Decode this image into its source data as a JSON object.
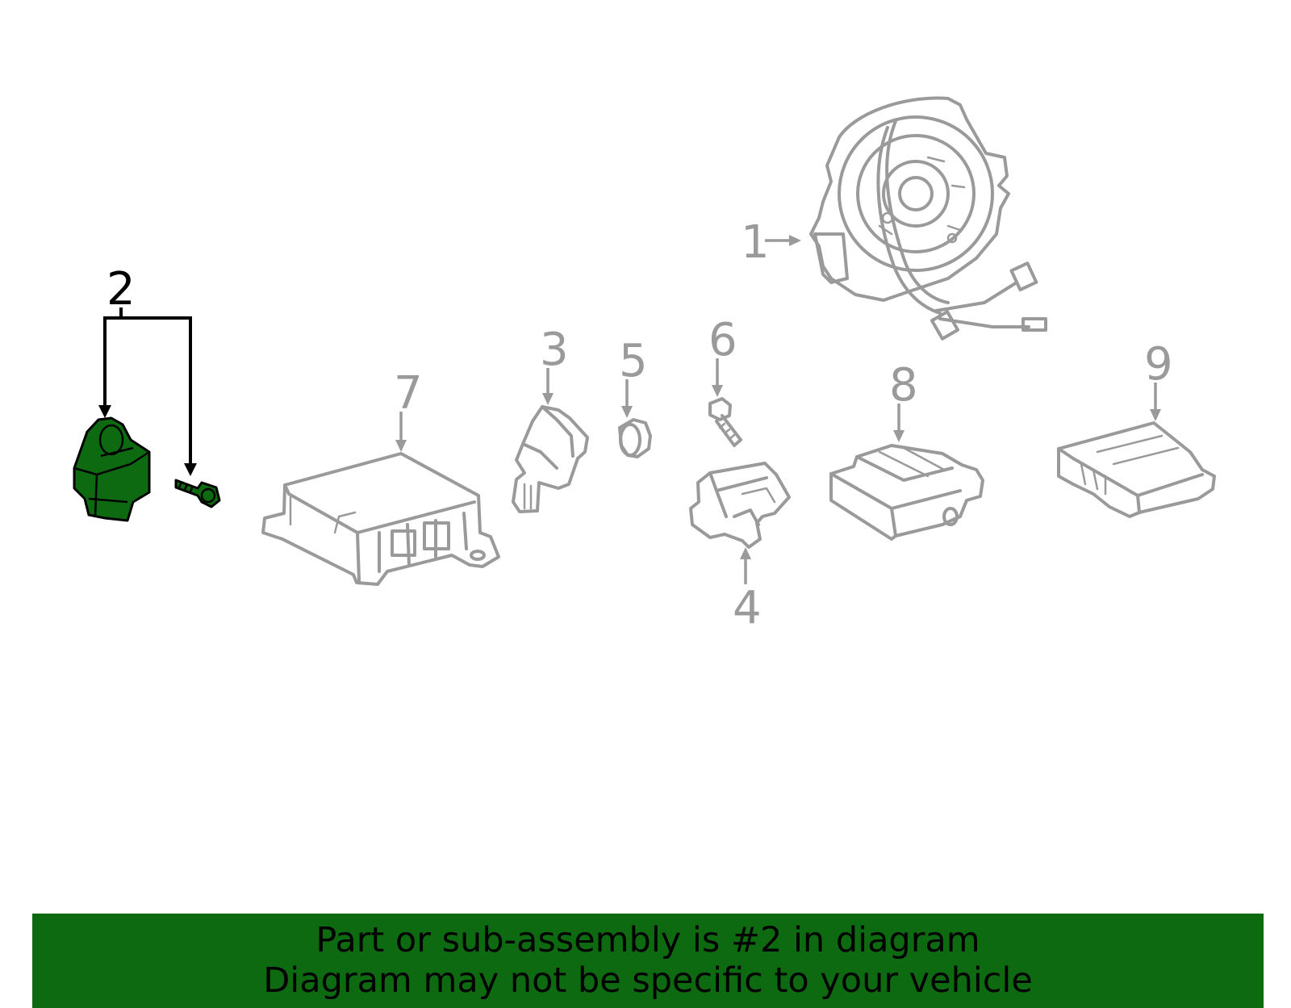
{
  "callouts": {
    "c1": "1",
    "c2": "2",
    "c3": "3",
    "c4": "4",
    "c5": "5",
    "c6": "6",
    "c7": "7",
    "c8": "8",
    "c9": "9"
  },
  "highlighted_part": "2",
  "colors": {
    "highlight": "#0e6a10",
    "part_outline": "#9a9a9a",
    "banner": "#0e6a10"
  },
  "banner": {
    "line1": "Part or sub-assembly is #2 in diagram",
    "line2": "Diagram may not be specific to your vehicle"
  }
}
